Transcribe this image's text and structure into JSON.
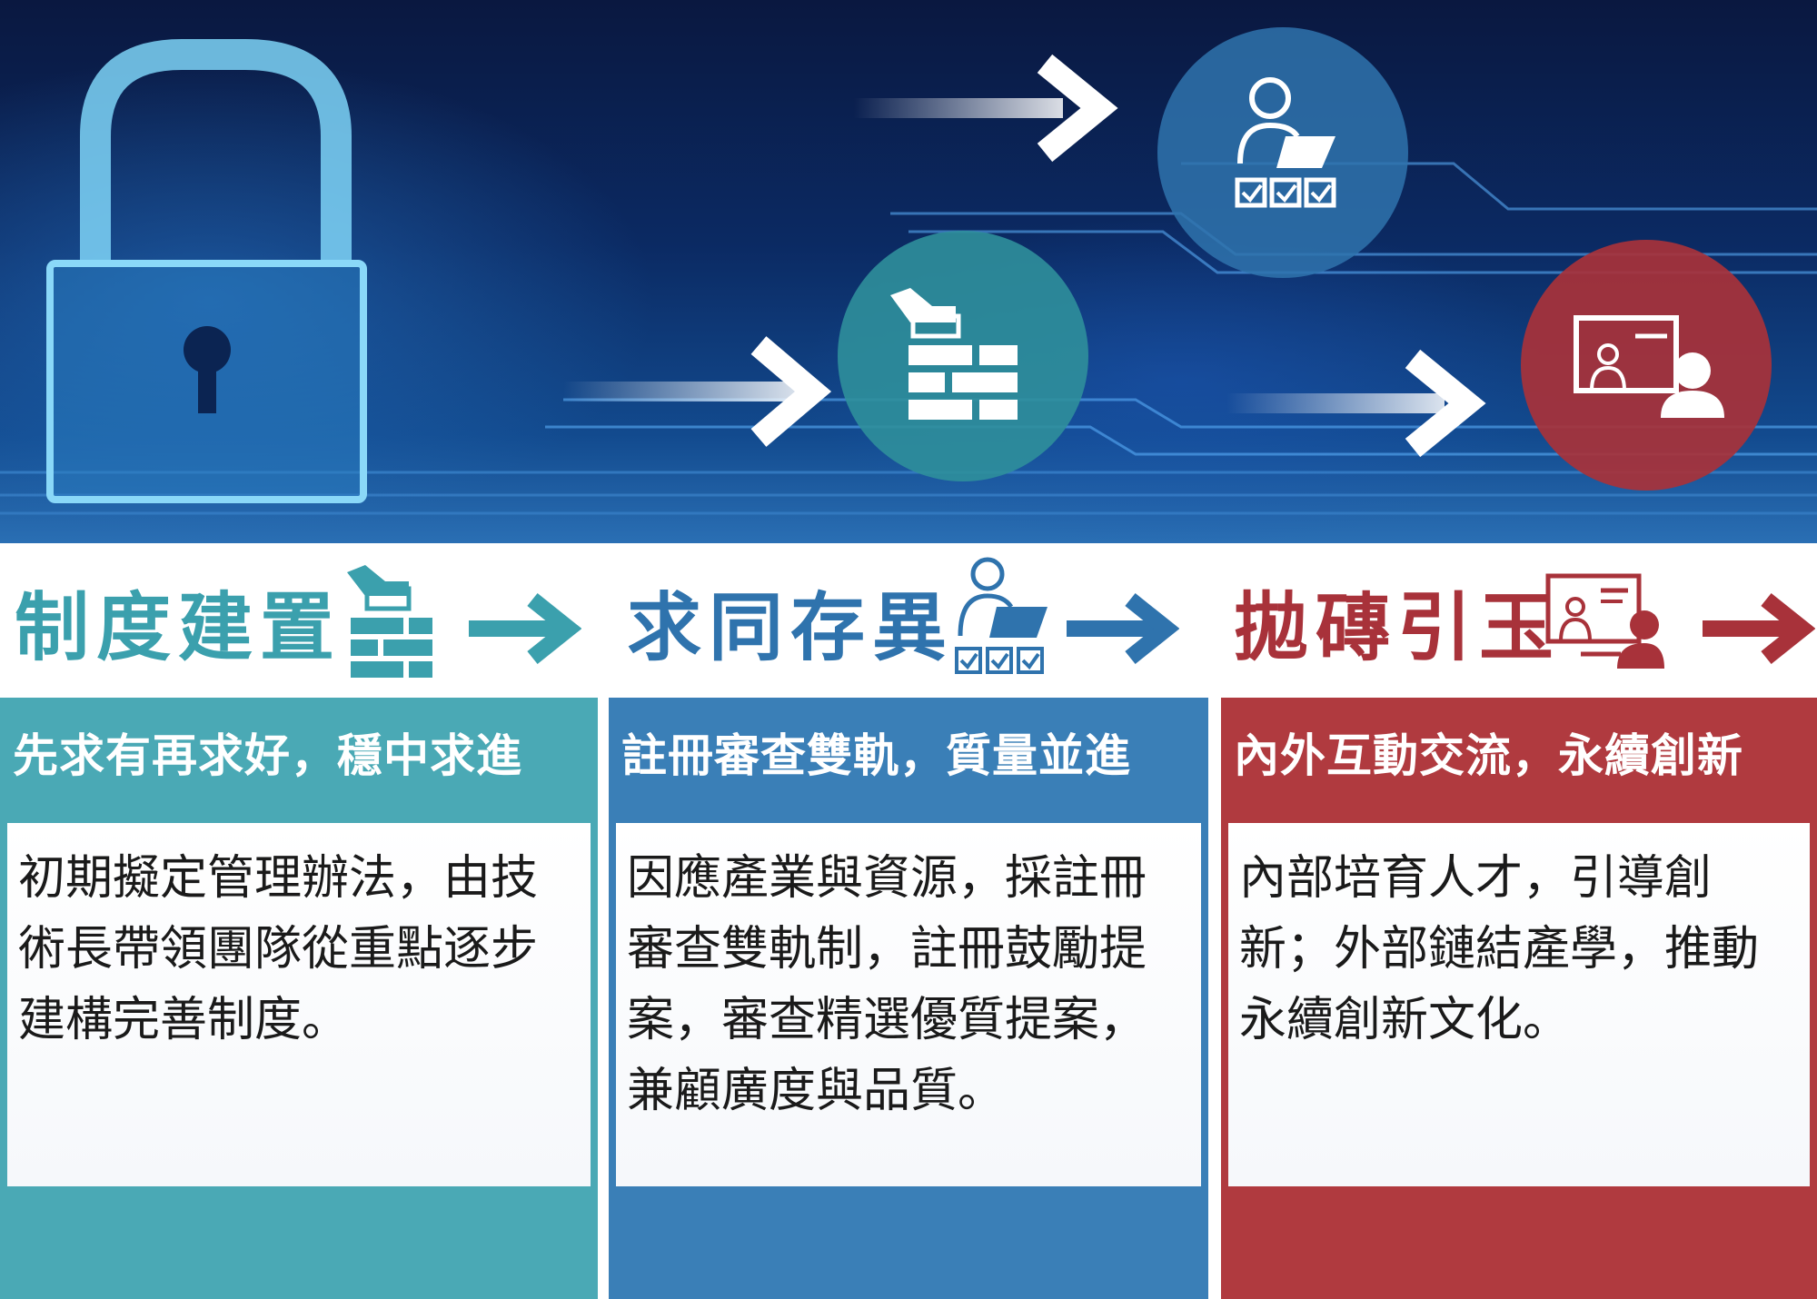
{
  "colors": {
    "teal": "#4aa9b5",
    "teal_dark": "#3ba0ad",
    "blue": "#3a7fb7",
    "blue_dark": "#2f73ad",
    "red": "#b03a3f",
    "red_dark": "#a8323a"
  },
  "hero": {
    "icons": [
      "padlock-icon",
      "arrow-right-icon",
      "brick-wall-icon",
      "user-laptop-checklist-icon",
      "presentation-icon"
    ]
  },
  "steps": [
    {
      "title": "制度建置",
      "icon": "brick-wall-icon",
      "subtitle": "先求有再求好，穩中求進",
      "body": "初期擬定管理辦法，由技術長帶領團隊從重點逐步建構完善制度。"
    },
    {
      "title": "求同存異",
      "icon": "user-laptop-checklist-icon",
      "subtitle": "註冊審查雙軌，質量並進",
      "body": "因應產業與資源，採註冊審查雙軌制，註冊鼓勵提案，審查精選優質提案，兼顧廣度與品質。"
    },
    {
      "title": "拋磚引玉",
      "icon": "presentation-icon",
      "subtitle": "內外互動交流，永續創新",
      "body": "內部培育人才，引導創新；外部鏈結產學，推動永續創新文化。"
    }
  ]
}
